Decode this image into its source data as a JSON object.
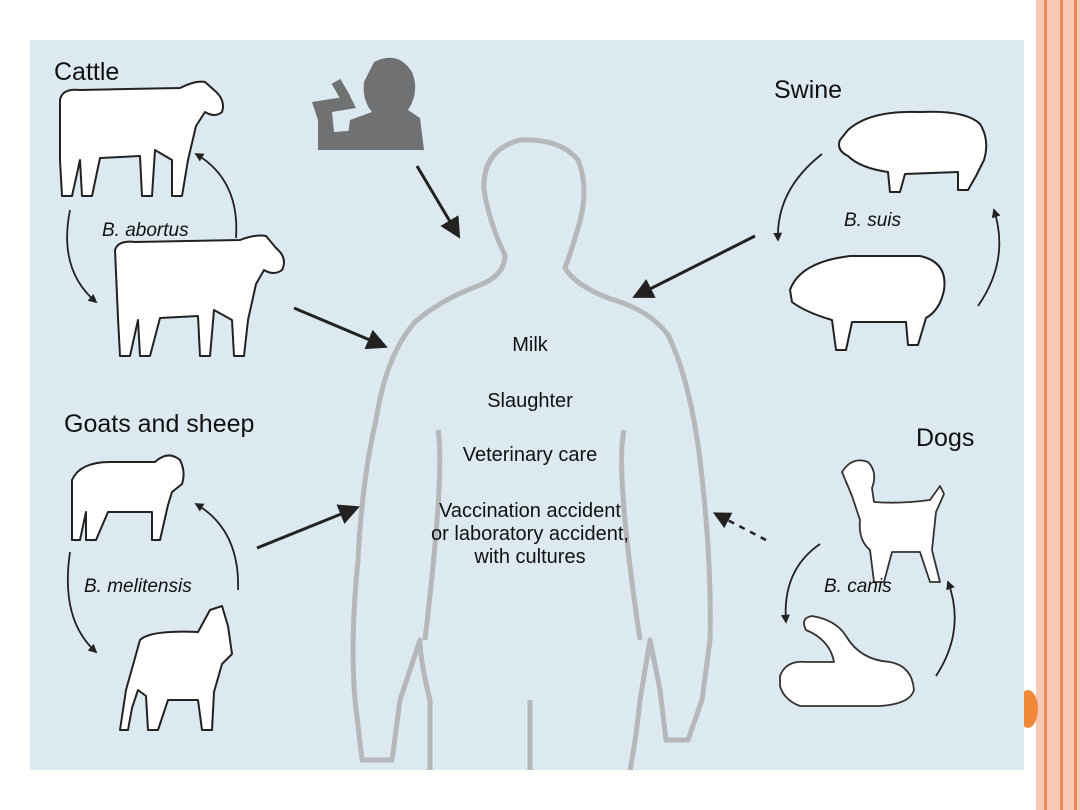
{
  "colors": {
    "panel_background": "#dde9f0",
    "body_outline": "#b5b8ba",
    "slide_accent": "#f7c9b4",
    "slide_accent_line": "#e98a5a",
    "slide_dot": "#f08a3a",
    "silhouette": "#6f7172",
    "arrow": "#222222"
  },
  "icons": {
    "researcher": "scientist-with-microscope-icon",
    "cattle": "cow-icon",
    "swine": "pig-icon",
    "goats_sheep": [
      "sheep-icon",
      "goat-icon"
    ],
    "dogs": "dog-icon",
    "human": "human-outline"
  },
  "animal_groups": [
    {
      "label": "Cattle",
      "species": "B. abortus"
    },
    {
      "label": "Swine",
      "species": "B. suis"
    },
    {
      "label": "Goats and sheep",
      "species": "B. melitensis"
    },
    {
      "label": "Dogs",
      "species": "B. canis"
    }
  ],
  "transmission_routes": [
    "Milk",
    "Slaughter",
    "Veterinary care",
    "Vaccination accident\nor laboratory accident,\nwith cultures"
  ]
}
